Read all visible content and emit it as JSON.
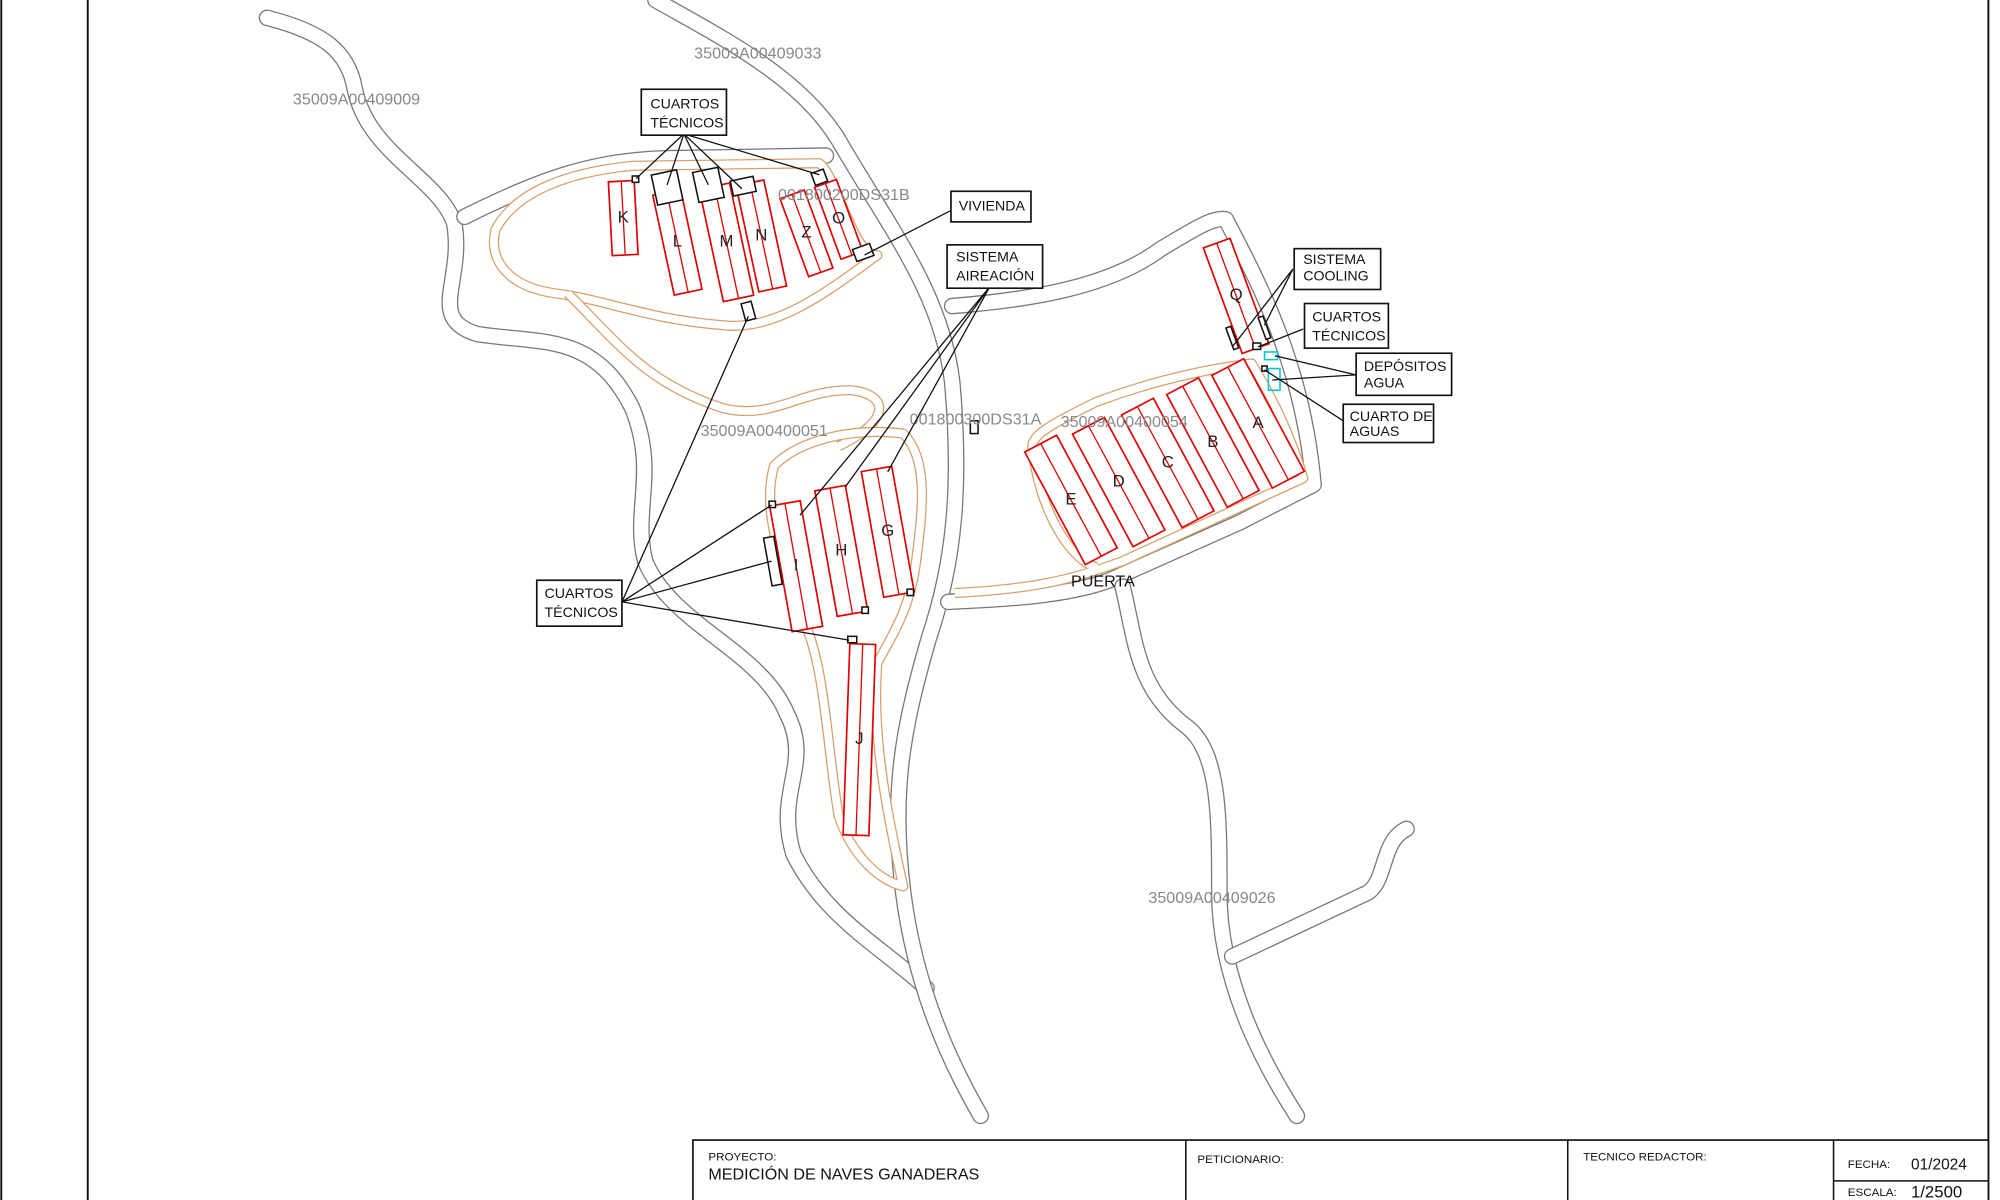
{
  "parcels": [
    "35009A00409033",
    "35009A00409009",
    "001800200DS31B",
    "35009A00400051",
    "001800300DS31A",
    "35009A00400054",
    "35009A00409026"
  ],
  "buildings": {
    "K": "K",
    "L": "L",
    "M": "M",
    "N": "N",
    "Z": "Z",
    "O": "O",
    "Q": "Q",
    "A": "A",
    "B": "B",
    "C": "C",
    "D": "D",
    "E": "E",
    "I": "I",
    "H": "H",
    "G": "G",
    "J": "J"
  },
  "callouts": {
    "cuartos_tecnicos_top": [
      "CUARTOS",
      "TÉCNICOS"
    ],
    "vivienda": [
      "VIVIENDA"
    ],
    "sistema_aireacion": [
      "SISTEMA",
      "AIREACIÓN"
    ],
    "sistema_cooling": [
      "SISTEMA",
      "COOLING"
    ],
    "cuartos_tecnicos_right": [
      "CUARTOS",
      "TÉCNICOS"
    ],
    "depositos_agua": [
      "DEPÓSITOS",
      "AGUA"
    ],
    "cuarto_de_aguas": [
      "CUARTO DE",
      "AGUAS"
    ],
    "cuartos_tecnicos_left": [
      "CUARTOS",
      "TÉCNICOS"
    ]
  },
  "gate_label": "PUERTA",
  "title_block": {
    "proyecto_label": "PROYECTO:",
    "proyecto_value": "MEDICIÓN DE NAVES GANADERAS",
    "peticionario_label": "PETICIONARIO:",
    "tecnico_label": "TECNICO REDACTOR:",
    "fecha_label": "FECHA:",
    "fecha_value": "01/2024",
    "escala_label": "ESCALA:",
    "escala_value": "1/2500"
  },
  "colors": {
    "building": "#e00000",
    "contour": "#d9a06c",
    "road": "#777777",
    "water": "#00c8d0"
  }
}
